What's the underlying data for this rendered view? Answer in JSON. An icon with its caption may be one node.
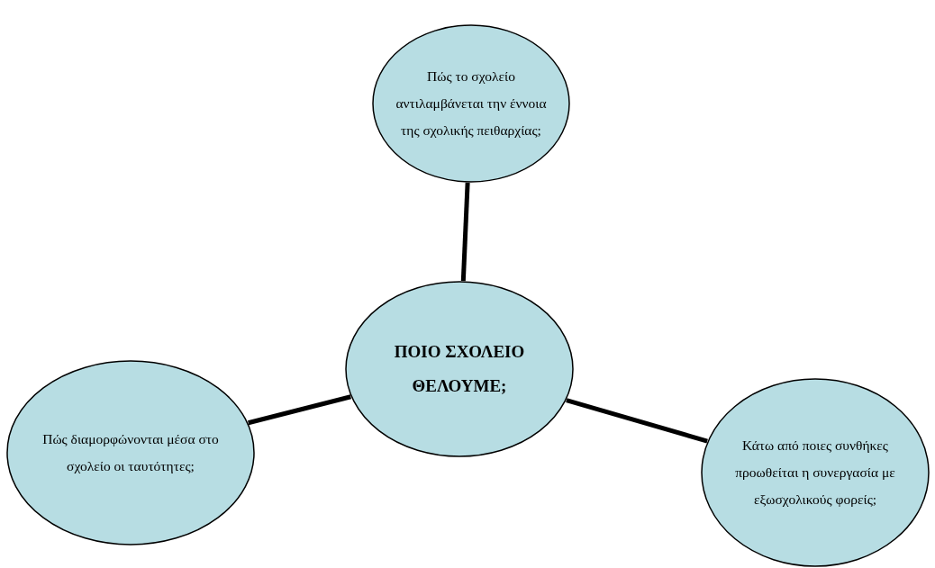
{
  "diagram": {
    "nodes": [
      {
        "text": [
          "Πώς το σχολείο αντιλαμβάνεται την έννοια της σχολικής πειθαρχίας;"
        ]
      },
      {
        "text": [
          "ΠΟΙΟ ΣΧΟΛΕΙΟ ΘΕΛΟΥΜΕ;"
        ]
      },
      {
        "text": [
          "Πώς διαμορφώνονται μέσα στο σχολείο οι ταυτότητες;"
        ]
      },
      {
        "text": [
          "Κάτω από ποιες συνθήκες προωθείται η συνεργασία με εξωσχολικούς φορείς;"
        ]
      }
    ],
    "edges": [
      {
        "from": 1,
        "to": 0,
        "arrow": "none"
      },
      {
        "from": 1,
        "to": 2,
        "arrow": "none"
      },
      {
        "from": 1,
        "to": 3,
        "arrow": "none"
      }
    ]
  }
}
